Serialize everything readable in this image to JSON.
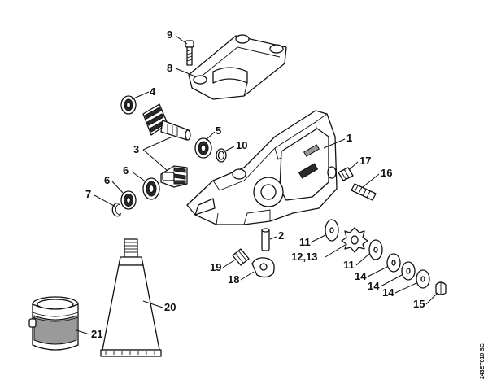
{
  "callouts": {
    "c1": "1",
    "c2": "2",
    "c3": "3",
    "c4": "4",
    "c5": "5",
    "c6a": "6",
    "c6b": "6",
    "c7": "7",
    "c8": "8",
    "c9": "9",
    "c10": "10",
    "c11a": "11",
    "c11b": "11",
    "c1213": "12,13",
    "c14a": "14",
    "c14b": "14",
    "c14c": "14",
    "c15": "15",
    "c16": "16",
    "c17": "17",
    "c18": "18",
    "c19": "19",
    "c20": "20",
    "c21": "21"
  },
  "drawing_code": "243ET010 SC"
}
